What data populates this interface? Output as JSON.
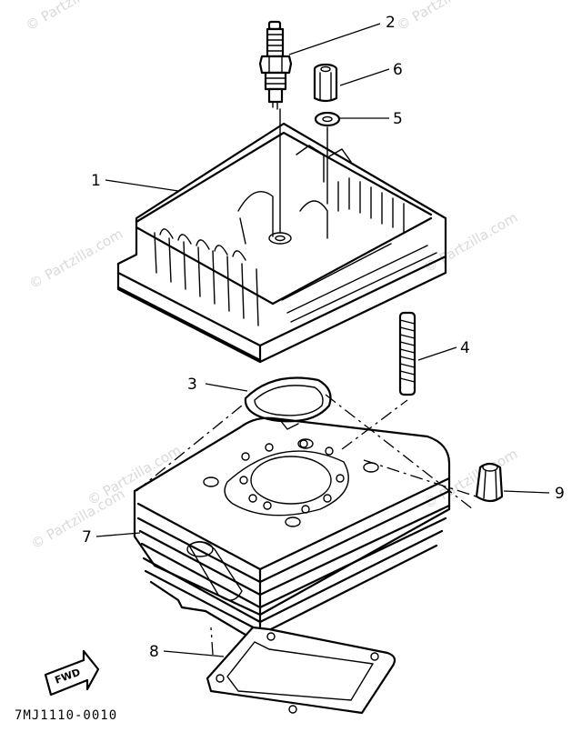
{
  "watermark": {
    "text": "© Partzilla.com"
  },
  "callouts": [
    {
      "id": "1",
      "label": "1"
    },
    {
      "id": "2",
      "label": "2"
    },
    {
      "id": "3",
      "label": "3"
    },
    {
      "id": "4",
      "label": "4"
    },
    {
      "id": "5",
      "label": "5"
    },
    {
      "id": "6",
      "label": "6"
    },
    {
      "id": "7",
      "label": "7"
    },
    {
      "id": "8",
      "label": "8"
    },
    {
      "id": "9",
      "label": "9"
    }
  ],
  "fwd_label": "FWD",
  "diagram_code": "7MJ1110-0010"
}
